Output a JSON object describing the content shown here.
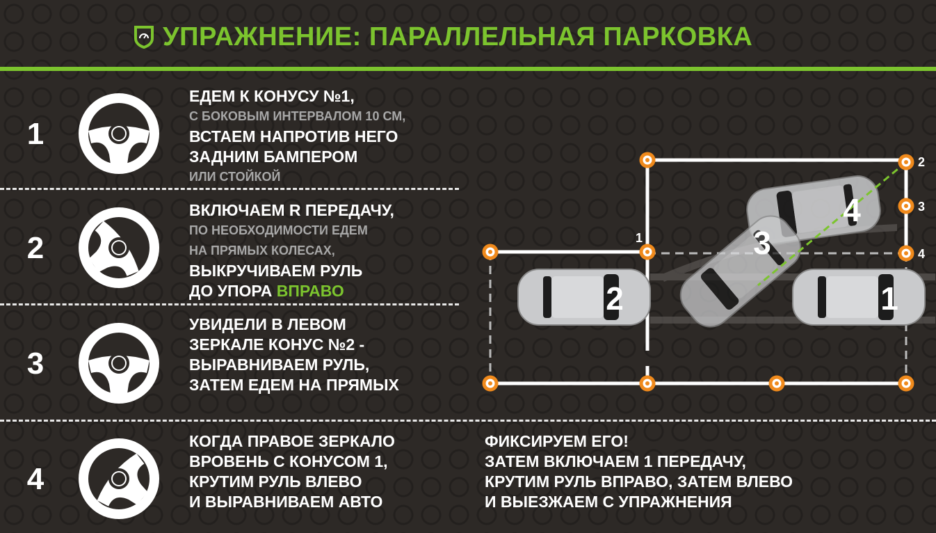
{
  "title": "УПРАЖНЕНИЕ: ПАРАЛЛЕЛЬНАЯ ПАРКОВКА",
  "colors": {
    "accent": "#7cc42e",
    "cone": "#f08a1c",
    "background": "#2d2926"
  },
  "steps": [
    {
      "number": "1",
      "lines": [
        "ЕДЕМ  К КОНУСУ №1,",
        "С БОКОВЫМ ИНТЕРВАЛОМ 10 СМ,",
        "ВСТАЕМ НАПРОТИВ НЕГО",
        "ЗАДНИМ БАМПЕРОМ",
        "ИЛИ СТОЙКОЙ"
      ]
    },
    {
      "number": "2",
      "lines": [
        "ВКЛЮЧАЕМ R ПЕРЕДАЧУ,",
        "ПО НЕОБХОДИМОСТИ ЕДЕМ",
        "НА ПРЯМЫХ КОЛЕСАХ,",
        "ВЫКРУЧИВАЕМ РУЛЬ",
        "ДО УПОРА ",
        "ВПРАВО"
      ]
    },
    {
      "number": "3",
      "lines": [
        "УВИДЕЛИ В ЛЕВОМ",
        "ЗЕРКАЛЕ КОНУС №2 -",
        "ВЫРАВНИВАЕМ РУЛЬ,",
        "ЗАТЕМ ЕДЕМ НА ПРЯМЫХ"
      ]
    },
    {
      "number": "4",
      "lines": [
        "КОГДА ПРАВОЕ ЗЕРКАЛО",
        "ВРОВЕНЬ С КОНУСОМ 1,",
        "КРУТИМ РУЛЬ ВЛЕВО",
        "И ВЫРАВНИВАЕМ АВТО"
      ],
      "extra": [
        "ФИКСИРУЕМ ЕГО!",
        "ЗАТЕМ ВКЛЮЧАЕМ 1 ПЕРЕДАЧУ,",
        "КРУТИМ РУЛЬ ВПРАВО, ЗАТЕМ ВЛЕВО",
        "И ВЫЕЗЖАЕМ С УПРАЖНЕНИЯ"
      ]
    }
  ],
  "diagram": {
    "cone_labels": [
      "1",
      "2",
      "3",
      "4"
    ],
    "car_labels": [
      "1",
      "2",
      "3",
      "4"
    ]
  }
}
